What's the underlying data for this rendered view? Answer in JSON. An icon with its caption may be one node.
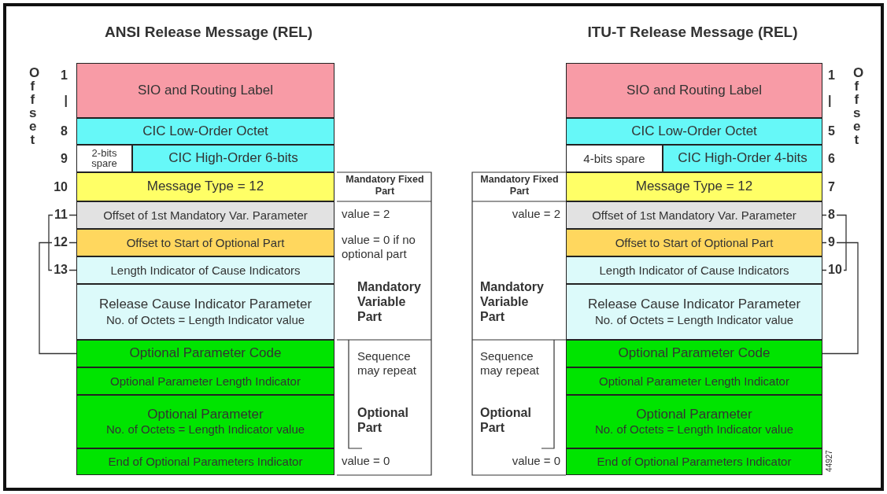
{
  "diagram": {
    "nodes": [
      {
        "text": [
          "SIO and Routing Label"
        ]
      },
      {
        "text": [
          "CIC Low-Order Octet"
        ]
      },
      {
        "text": [
          "2-bits spare"
        ]
      },
      {
        "text": [
          "CIC High-Order 6-bits"
        ]
      },
      {
        "text": [
          "Message Type = 12"
        ]
      },
      {
        "text": [
          "Offset of 1st Mandatory Var. Parameter"
        ]
      },
      {
        "text": [
          "Offset to Start of Optional Part"
        ]
      },
      {
        "text": [
          "Length Indicator of Cause Indicators"
        ]
      },
      {
        "text": [
          "Release Cause Indicator Parameter",
          "No. of Octets = Length Indicator value"
        ]
      },
      {
        "text": [
          "Optional Parameter Code"
        ]
      },
      {
        "text": [
          "Optional Parameter Length Indicator"
        ]
      },
      {
        "text": [
          "Optional Parameter",
          "No. of Octets = Length Indicator value"
        ]
      },
      {
        "text": [
          "End of Optional Parameters Indicator"
        ]
      },
      {
        "text": [
          "SIO and Routing Label"
        ]
      },
      {
        "text": [
          "CIC Low-Order Octet"
        ]
      },
      {
        "text": [
          "4-bits spare"
        ]
      },
      {
        "text": [
          "CIC High-Order 4-bits"
        ]
      },
      {
        "text": [
          "Message Type = 12"
        ]
      },
      {
        "text": [
          "Offset of 1st Mandatory Var. Parameter"
        ]
      },
      {
        "text": [
          "Offset to Start of Optional Part"
        ]
      },
      {
        "text": [
          "Length Indicator of Cause Indicators"
        ]
      },
      {
        "text": [
          "Release Cause Indicator Parameter",
          "No. of Octets = Length Indicator value"
        ]
      },
      {
        "text": [
          "Optional Parameter Code"
        ]
      },
      {
        "text": [
          "Optional Parameter Length Indicator"
        ]
      },
      {
        "text": [
          "Optional Parameter",
          "No. of Octets = Length Indicator value"
        ]
      },
      {
        "text": [
          "End of Optional Parameters Indicator"
        ]
      }
    ],
    "edges": [
      {
        "from": 5,
        "to": 7,
        "arrow": "none"
      },
      {
        "from": 6,
        "to": 9,
        "arrow": "none"
      },
      {
        "from": 18,
        "to": 20,
        "arrow": "none"
      },
      {
        "from": 19,
        "to": 22,
        "arrow": "none"
      }
    ],
    "labels": [
      "ANSI Release Message (REL)",
      "ITU-T Release Message (REL)",
      "Offset",
      "1",
      "|",
      "8",
      "9",
      "10",
      "11",
      "12",
      "13",
      "Mandatory Fixed Part",
      "value = 2",
      "value = 0 if no optional part",
      "Mandatory Variable Part",
      "Sequence may repeat",
      "Optional Part",
      "value = 0",
      "Mandatory Fixed Part",
      "value = 2",
      "Mandatory Variable Part",
      "Sequence may repeat",
      "Optional Part",
      "value = 0",
      "1",
      "|",
      "5",
      "6",
      "7",
      "8",
      "9",
      "10",
      "Offset",
      "44927"
    ]
  }
}
